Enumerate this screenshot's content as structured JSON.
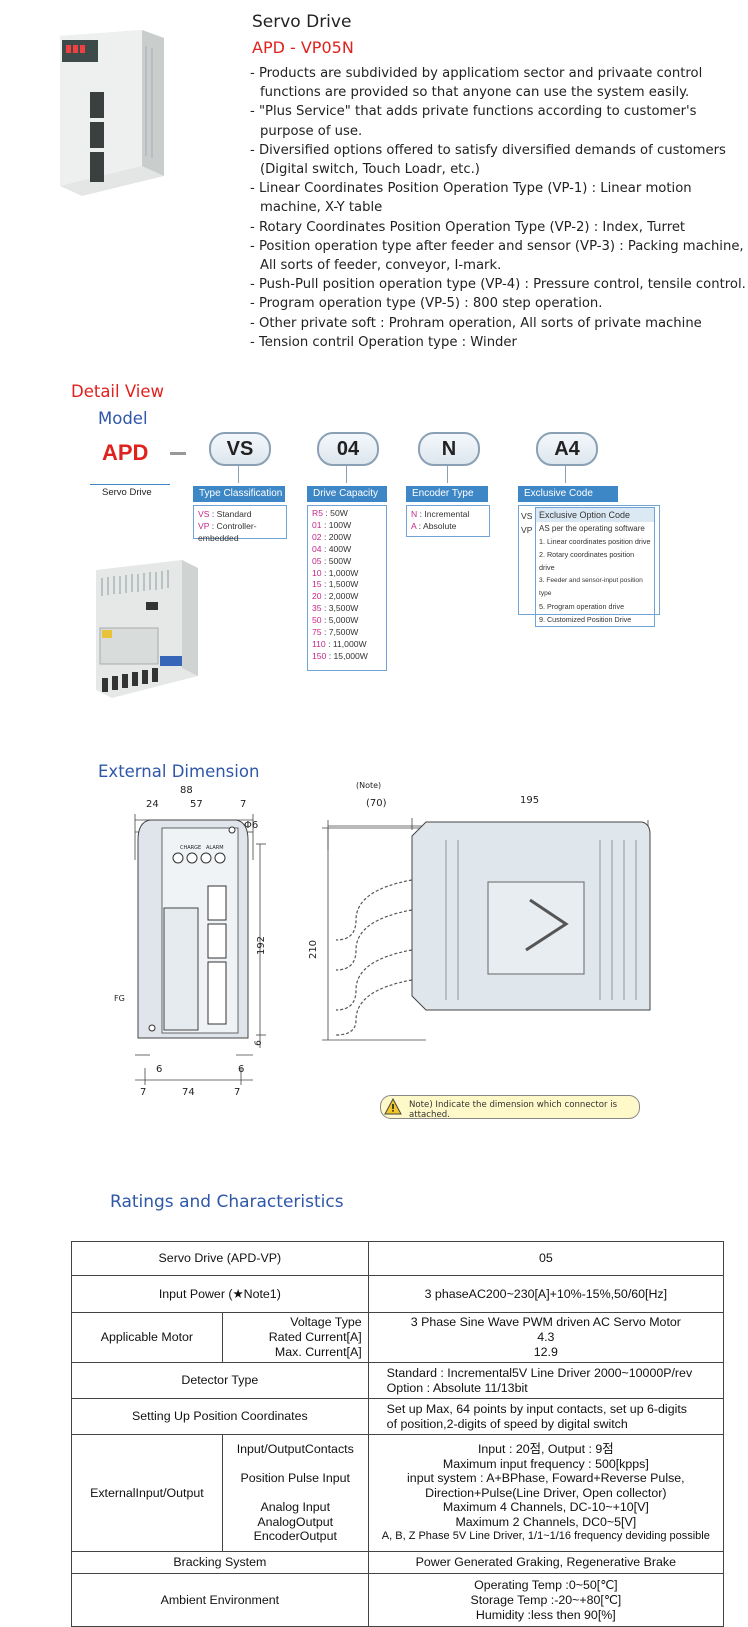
{
  "product": {
    "title": "Servo Drive",
    "model": "APD - VP05N",
    "bullets": [
      "- Products are subdivided by applicatiom sector and privaate control functions are provided so that anyone can use the system easily.",
      "- \"Plus Service\" that adds private functions according to customer's purpose of use.",
      "- Diversified options offered to satisfy diversified demands of customers (Digital switch, Touch Loadr, etc.)",
      "- Linear Coordinates Position Operation Type (VP-1) : Linear motion machine, X-Y table",
      "- Rotary Coordinates Position Operation Type (VP-2) : Index, Turret",
      "- Position operation type after feeder and sensor (VP-3) : Packing machine, All sorts of feeder, conveyor, I-mark.",
      "- Push-Pull position operation type (VP-4) : Pressure control, tensile control.",
      "- Program operation type (VP-5) : 800 step operation.",
      "- Other private soft : Prohram operation, All sorts of private machine",
      "- Tension contril Operation type : Winder"
    ]
  },
  "detail_view": {
    "heading": "Detail View",
    "model_heading": "Model",
    "prefix": "APD",
    "prefix_caption": "Servo Drive",
    "dash": "–",
    "codes": [
      {
        "code": "VS",
        "header": "Type Classification",
        "rows": [
          [
            "VS",
            "Standard"
          ],
          [
            "VP",
            "Controller-embedded"
          ]
        ]
      },
      {
        "code": "04",
        "header": "Drive Capacity",
        "rows": [
          [
            "R5",
            "50W"
          ],
          [
            "01",
            "100W"
          ],
          [
            "02",
            "200W"
          ],
          [
            "04",
            "400W"
          ],
          [
            "05",
            "500W"
          ],
          [
            "10",
            "1,000W"
          ],
          [
            "15",
            "1,500W"
          ],
          [
            "20",
            "2,000W"
          ],
          [
            "35",
            "3,500W"
          ],
          [
            "50",
            "5,000W"
          ],
          [
            "75",
            "7,500W"
          ],
          [
            "110",
            "11,000W"
          ],
          [
            "150",
            "15,000W"
          ]
        ]
      },
      {
        "code": "N",
        "header": "Encoder Type",
        "rows": [
          [
            "N",
            "Incremental"
          ],
          [
            "A",
            "Absolute"
          ]
        ]
      },
      {
        "code": "A4",
        "header": "Exclusive Code",
        "side": [
          "VS",
          "VP"
        ],
        "subheader": "Exclusive Option Code",
        "rows": [
          "AS per the operating software",
          "1. Linear coordinates position drive",
          "2. Rotary coordinates position drive",
          "3. Feeder and sensor-input position type",
          "5. Program operation drive",
          "9. Customized Position Drive"
        ]
      }
    ]
  },
  "external_dimension": {
    "heading": "External Dimension",
    "front": {
      "w88": "88",
      "d24": "24",
      "d57": "57",
      "d7a": "7",
      "phi": "Φ6",
      "h192": "192",
      "d6a": "6",
      "d6b": "6",
      "d6c": "6",
      "d7b": "7",
      "d74": "74",
      "d7c": "7",
      "fg": "FG",
      "charge": "CHARGE",
      "alarm": "ALARM"
    },
    "side": {
      "note": "(Note)",
      "d70": "(70)",
      "d195": "195",
      "h210": "210"
    },
    "note_text": "Note) Indicate the dimension which connector is attached."
  },
  "ratings": {
    "heading": "Ratings and Characteristics",
    "r1": {
      "label": "Servo Drive (APD-VP)",
      "value": "05"
    },
    "r2": {
      "label": "Input Power (★Note1)",
      "value": "3 phaseAC200~230[A]+10%-15%,50/60[Hz]"
    },
    "r3": {
      "label": "Applicable Motor",
      "subs": [
        "Voltage Type",
        "Rated Current[A]",
        "Max. Current[A]"
      ],
      "values": [
        "3 Phase Sine Wave PWM driven AC Servo Motor",
        "4.3",
        "12.9"
      ]
    },
    "r4": {
      "label": "Detector Type",
      "values": [
        "Standard : Incremental5V Line Driver 2000~10000P/rev",
        "Option : Absolute 11/13bit"
      ]
    },
    "r5": {
      "label": "Setting Up Position Coordinates",
      "values": [
        "Set up Max, 64 points by input contacts, set up 6-digits",
        "of position,2-digits of speed by digital switch"
      ]
    },
    "r6": {
      "label": "ExternalInput/Output",
      "subs": [
        "Input/OutputContacts",
        "",
        "Position Pulse Input",
        "",
        "Analog Input",
        "AnalogOutput",
        "EncoderOutput"
      ],
      "values": [
        "Input : 20점, Output : 9점",
        "Maximum input frequency : 500[kpps]",
        "input system : A+BPhase, Foward+Reverse Pulse,",
        "Direction+Pulse(Line Driver, Open collector)",
        "Maximum 4 Channels, DC-10~+10[V]",
        "Maximum 2 Channels, DC0~5[V]",
        "A, B, Z Phase 5V Line Driver, 1/1~1/16 frequency deviding possible"
      ]
    },
    "r7": {
      "label": "Bracking System",
      "value": "Power Generated Graking, Regenerative Brake"
    },
    "r8": {
      "label": "Ambient Environment",
      "values": [
        "Operating Temp :0~50[℃]",
        "Storage Temp :-20~+80[℃]",
        "Humidity :less then 90[%]"
      ]
    }
  }
}
